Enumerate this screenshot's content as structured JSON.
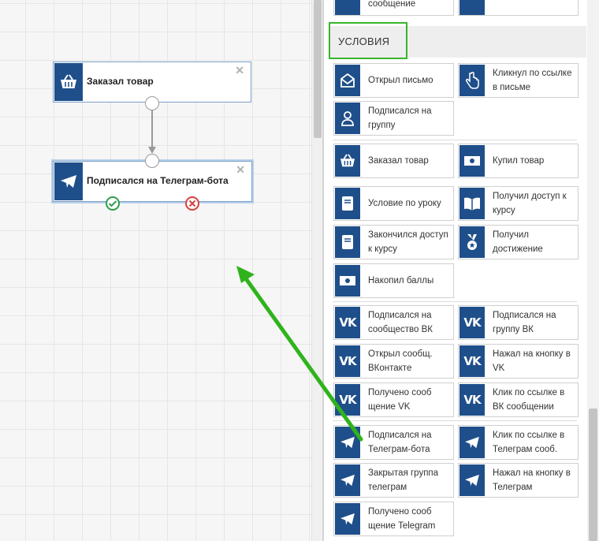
{
  "canvas": {
    "nodes": [
      {
        "title": "Заказал товар",
        "icon": "basket-icon"
      },
      {
        "title": "Подписался на Телеграм-бота",
        "icon": "telegram-icon"
      }
    ]
  },
  "panel": {
    "top_partial": [
      {
        "label": "сообщение",
        "icon": "vk-icon"
      },
      {
        "label": "",
        "icon": "vk-icon"
      }
    ],
    "section_title": "УСЛОВИЯ",
    "cards": [
      {
        "label": "Открыл письмо",
        "icon": "envelope-open-icon"
      },
      {
        "label": "Кликнул по ссылке в письме",
        "icon": "hand-pointer-icon"
      },
      {
        "label": "Подписался на группу",
        "icon": "user-icon"
      },
      {
        "label": "Заказал товар",
        "icon": "basket-icon"
      },
      {
        "label": "Купил товар",
        "icon": "money-icon"
      },
      {
        "label": "Условие по уроку",
        "icon": "book-icon"
      },
      {
        "label": "Получил доступ к курсу",
        "icon": "open-book-icon"
      },
      {
        "label": "Закончился доступ к курсу",
        "icon": "book-icon"
      },
      {
        "label": "Получил достижение",
        "icon": "medal-icon"
      },
      {
        "label": "Накопил баллы",
        "icon": "money-icon"
      },
      {
        "label": "Подписался на сообщество ВК",
        "icon": "vk-icon"
      },
      {
        "label": "Подписался на группу ВК",
        "icon": "vk-icon"
      },
      {
        "label": "Открыл сообщ. ВКонтакте",
        "icon": "vk-icon"
      },
      {
        "label": "Нажал на кнопку в VK",
        "icon": "vk-icon"
      },
      {
        "label": "Получено сооб щение VK",
        "icon": "vk-icon"
      },
      {
        "label": "Клик по ссылке в ВК сообщении",
        "icon": "vk-icon"
      },
      {
        "label": "Подписался на Телеграм-бота",
        "icon": "telegram-icon"
      },
      {
        "label": "Клик по ссылке в Телеграм сооб.",
        "icon": "telegram-icon"
      },
      {
        "label": "Закрытая группа телеграм",
        "icon": "telegram-icon"
      },
      {
        "label": "Нажал на кнопку в Телеграм",
        "icon": "telegram-icon"
      },
      {
        "label": "Получено сооб щение Telegram",
        "icon": "telegram-icon"
      }
    ]
  },
  "colors": {
    "icon_bg": "#1f4f8a",
    "highlight": "#39b52b",
    "arrow": "#2fb31c",
    "yes": "#2e9e4a",
    "no": "#d84040"
  }
}
